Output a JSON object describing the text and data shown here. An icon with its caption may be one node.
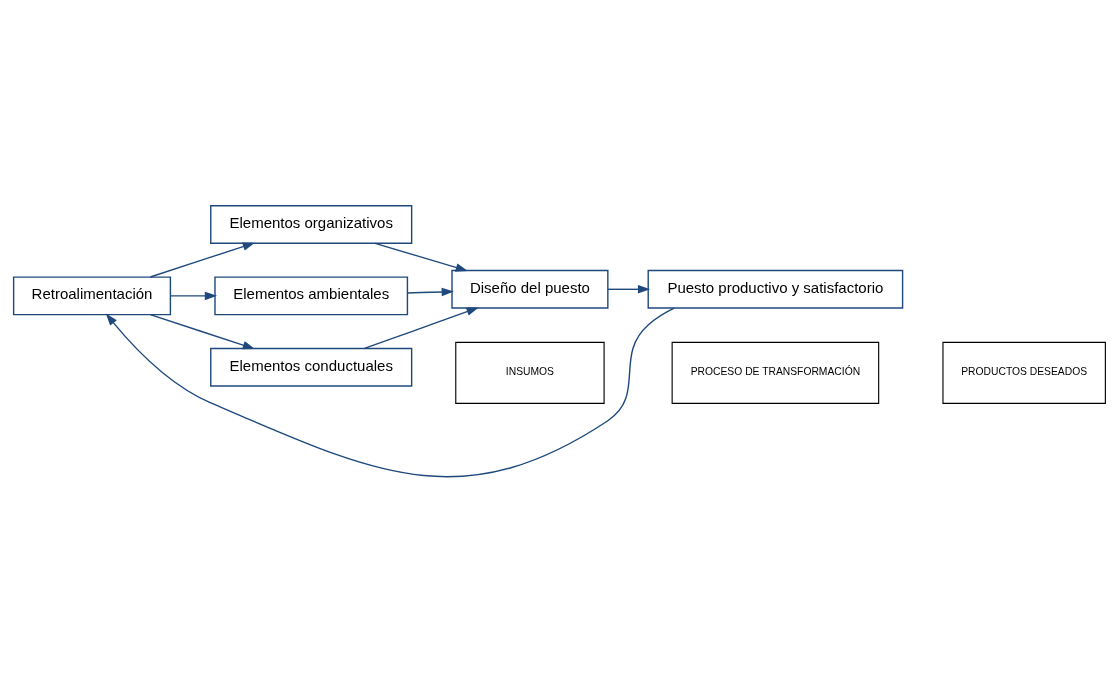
{
  "diagram": {
    "nodes": [
      {
        "text": [
          "Retroalimentación"
        ]
      },
      {
        "text": [
          "Elementos organizativos"
        ]
      },
      {
        "text": [
          "Elementos ambientales"
        ]
      },
      {
        "text": [
          "Elementos conductuales"
        ]
      },
      {
        "text": [
          "Diseño del puesto"
        ]
      },
      {
        "text": [
          "Puesto productivo y satisfactorio"
        ]
      },
      {
        "text": [
          "INSUMOS"
        ]
      },
      {
        "text": [
          "PROCESO DE TRANSFORMACIÓN"
        ]
      },
      {
        "text": [
          "PRODUCTOS DESEADOS"
        ]
      }
    ],
    "edges": [
      {
        "from": 5,
        "to": 0,
        "arrow": "to"
      },
      {
        "from": 0,
        "to": 1,
        "arrow": "to"
      },
      {
        "from": 0,
        "to": 2,
        "arrow": "to"
      },
      {
        "from": 0,
        "to": 3,
        "arrow": "to"
      },
      {
        "from": 1,
        "to": 4,
        "arrow": "to"
      },
      {
        "from": 2,
        "to": 4,
        "arrow": "to"
      },
      {
        "from": 3,
        "to": 4,
        "arrow": "to"
      },
      {
        "from": 4,
        "to": 5,
        "arrow": "to"
      }
    ]
  }
}
